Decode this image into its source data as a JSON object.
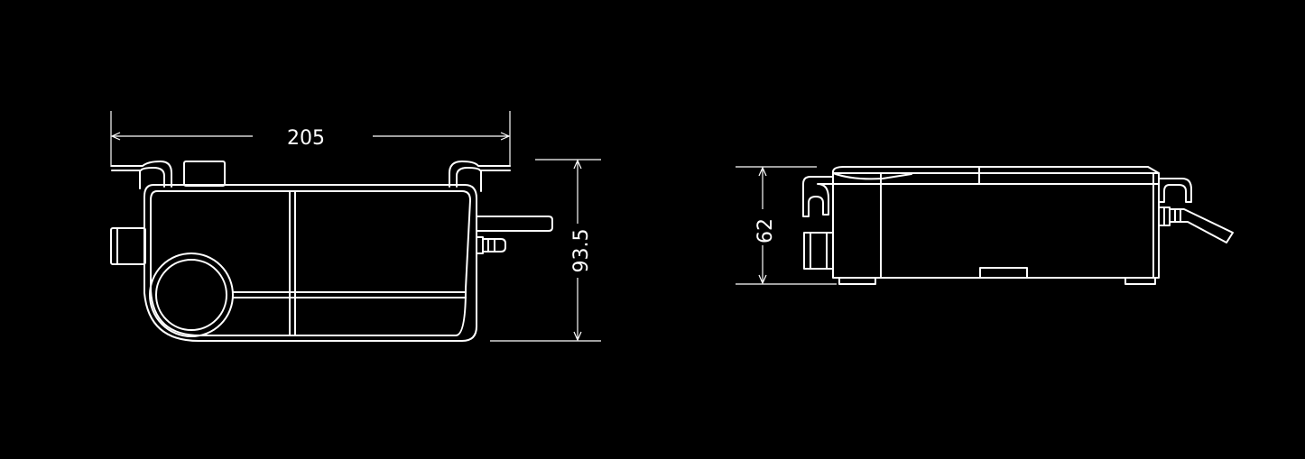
{
  "dimensions": {
    "front_width": "205",
    "front_height": "93.5",
    "side_height": "62"
  },
  "colors": {
    "background": "#000000",
    "line": "#ffffff"
  }
}
